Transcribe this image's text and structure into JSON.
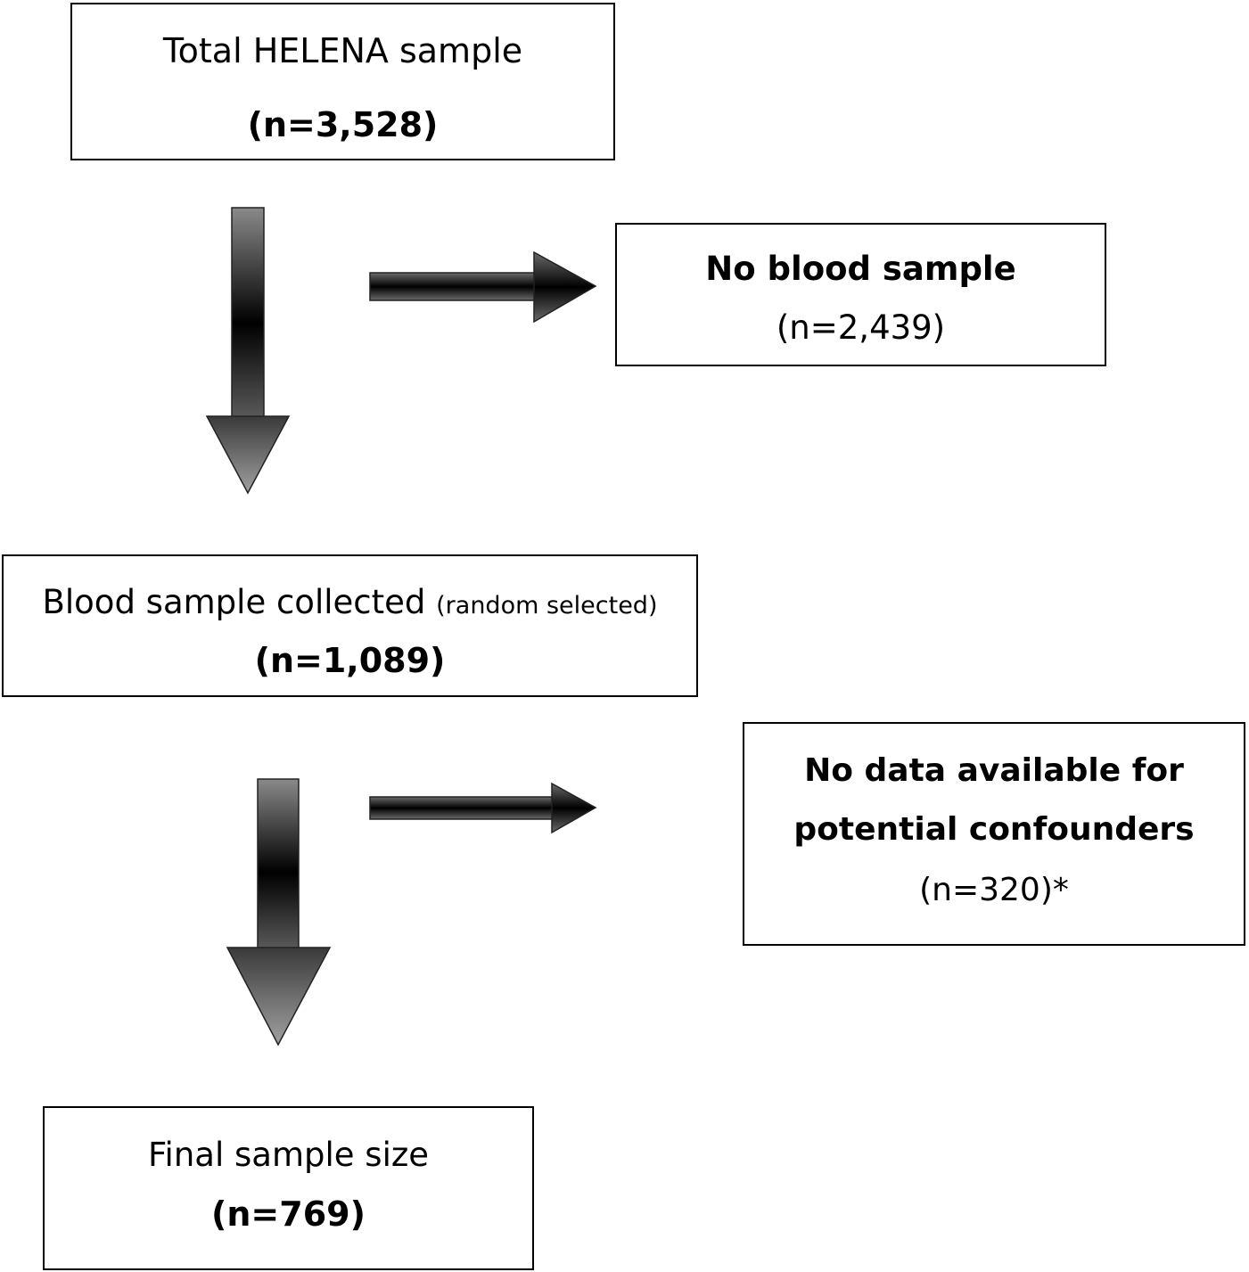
{
  "boxes": {
    "total": {
      "title": "Total HELENA sample",
      "count": "(n=3,528)"
    },
    "no_blood": {
      "title": "No blood sample",
      "count": "(n=2,439)"
    },
    "collected": {
      "title": "Blood sample collected",
      "note": "(random selected)",
      "count": "(n=1,089)"
    },
    "no_confounders": {
      "title_line1": "No data available for",
      "title_line2": "potential confounders",
      "count": "(n=320)*"
    },
    "final": {
      "title": "Final sample size",
      "count": "(n=769)"
    }
  },
  "colors": {
    "arrow_dark": "#000000",
    "arrow_light": "#8a8a8a",
    "border": "#000000"
  }
}
